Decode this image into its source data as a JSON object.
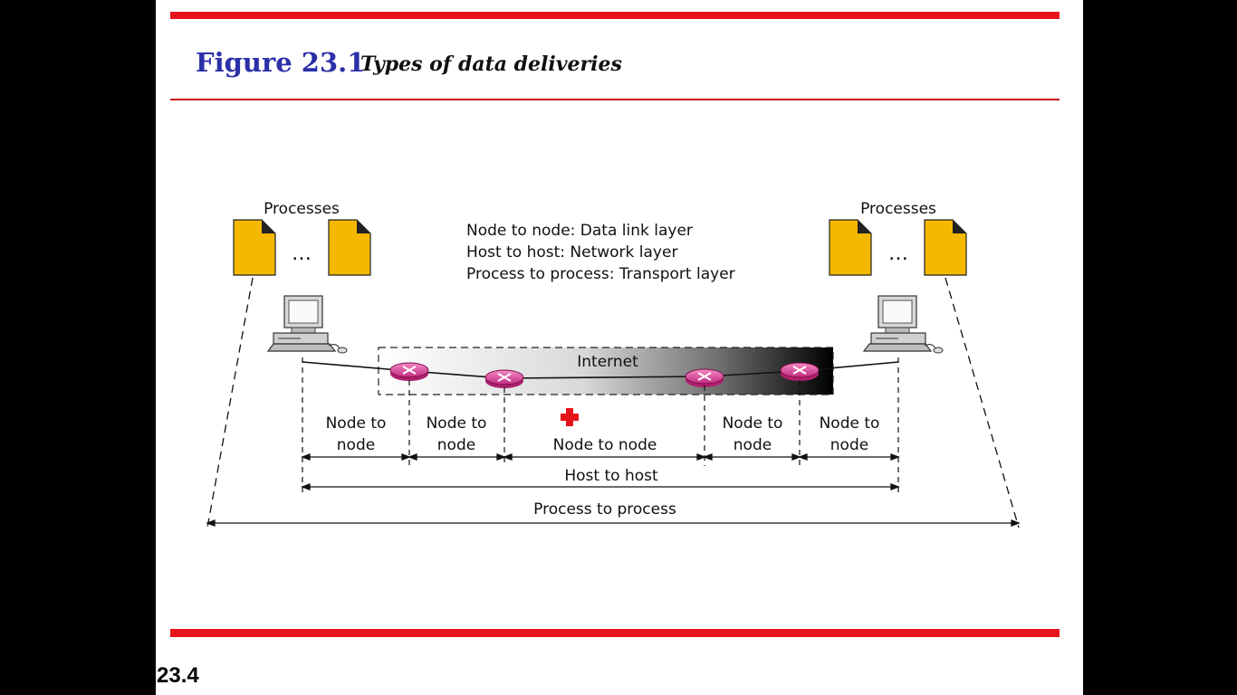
{
  "slide": {
    "figure_label": "Figure 23.1",
    "figure_title": "Types of data deliveries",
    "page_number": "23.4"
  },
  "diagram": {
    "processes_left": "Processes",
    "processes_right": "Processes",
    "ellipsis": "…",
    "legend": [
      "Node to node: Data link layer",
      "Host to host: Network layer",
      "Process to process: Transport layer"
    ],
    "internet_label": "Internet",
    "segments": [
      {
        "line1": "Node to",
        "line2": "node"
      },
      {
        "line1": "Node to",
        "line2": "node"
      },
      {
        "line1": "Node to node",
        "line2": ""
      },
      {
        "line1": "Node to",
        "line2": "node"
      },
      {
        "line1": "Node to",
        "line2": "node"
      }
    ],
    "host_to_host": "Host to host",
    "process_to_process": "Process to process"
  },
  "colors": {
    "accent_bar": "#e8141b",
    "figure_label": "#2b2fa8",
    "document": "#f5b800",
    "router": "#e84fa0",
    "cross": "#e4141b"
  }
}
